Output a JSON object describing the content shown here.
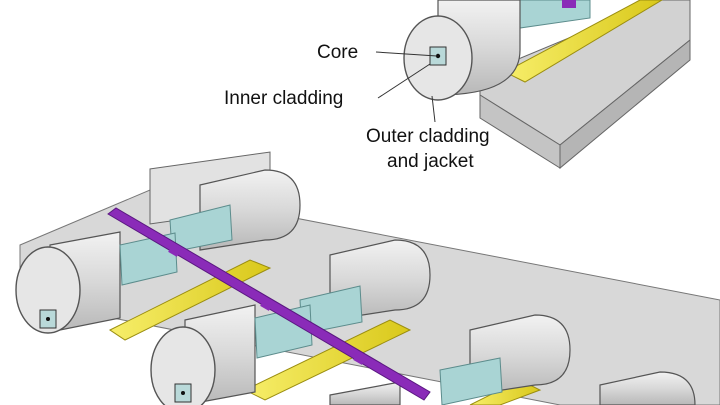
{
  "labels": {
    "core": "Core",
    "inner_cladding": "Inner cladding",
    "outer_line1": "Outer cladding",
    "outer_line2": "and jacket"
  },
  "colors": {
    "background": "#ffffff",
    "fiber_body": "#dcdcdc",
    "fiber_face": "#e6e6e6",
    "fiber_outline": "#555555",
    "inner_block": "#a9d4d4",
    "groove_yellow": "#f0e23c",
    "substrate": "#c9c9c9",
    "purple_strip": "#8a2bb8"
  }
}
